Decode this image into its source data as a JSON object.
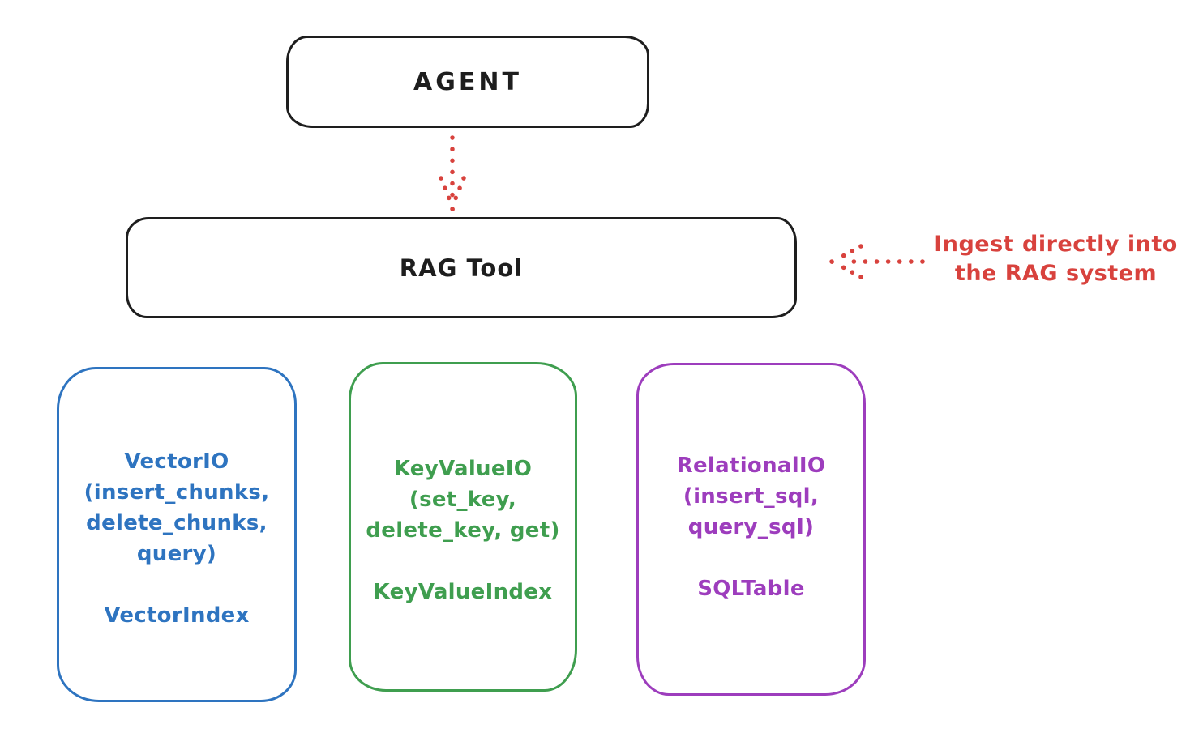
{
  "diagram": {
    "agent": {
      "label": "AGENT"
    },
    "rag_tool": {
      "label": "RAG Tool"
    },
    "annotation": {
      "line1": "Ingest directly into",
      "line2": "the RAG system"
    },
    "stores": {
      "vector": {
        "title": "VectorIO",
        "method_lines": [
          "(insert_chunks,",
          "delete_chunks,",
          "query)"
        ],
        "index_label": "VectorIndex",
        "color": "#2e74c0"
      },
      "keyvalue": {
        "title": "KeyValueIO",
        "method_lines": [
          "(set_key,",
          "delete_key, get)"
        ],
        "index_label": "KeyValueIndex",
        "color": "#3f9e4f"
      },
      "relational": {
        "title": "RelationalIO",
        "method_lines": [
          "(insert_sql,",
          "query_sql)"
        ],
        "index_label": "SQLTable",
        "color": "#9d3dbd"
      }
    },
    "colors": {
      "background": "#ffffff",
      "stroke": "#1e1e1e",
      "arrow_red": "#d8423d",
      "blue": "#2e74c0",
      "green": "#3f9e4f",
      "purple": "#9d3dbd"
    }
  }
}
